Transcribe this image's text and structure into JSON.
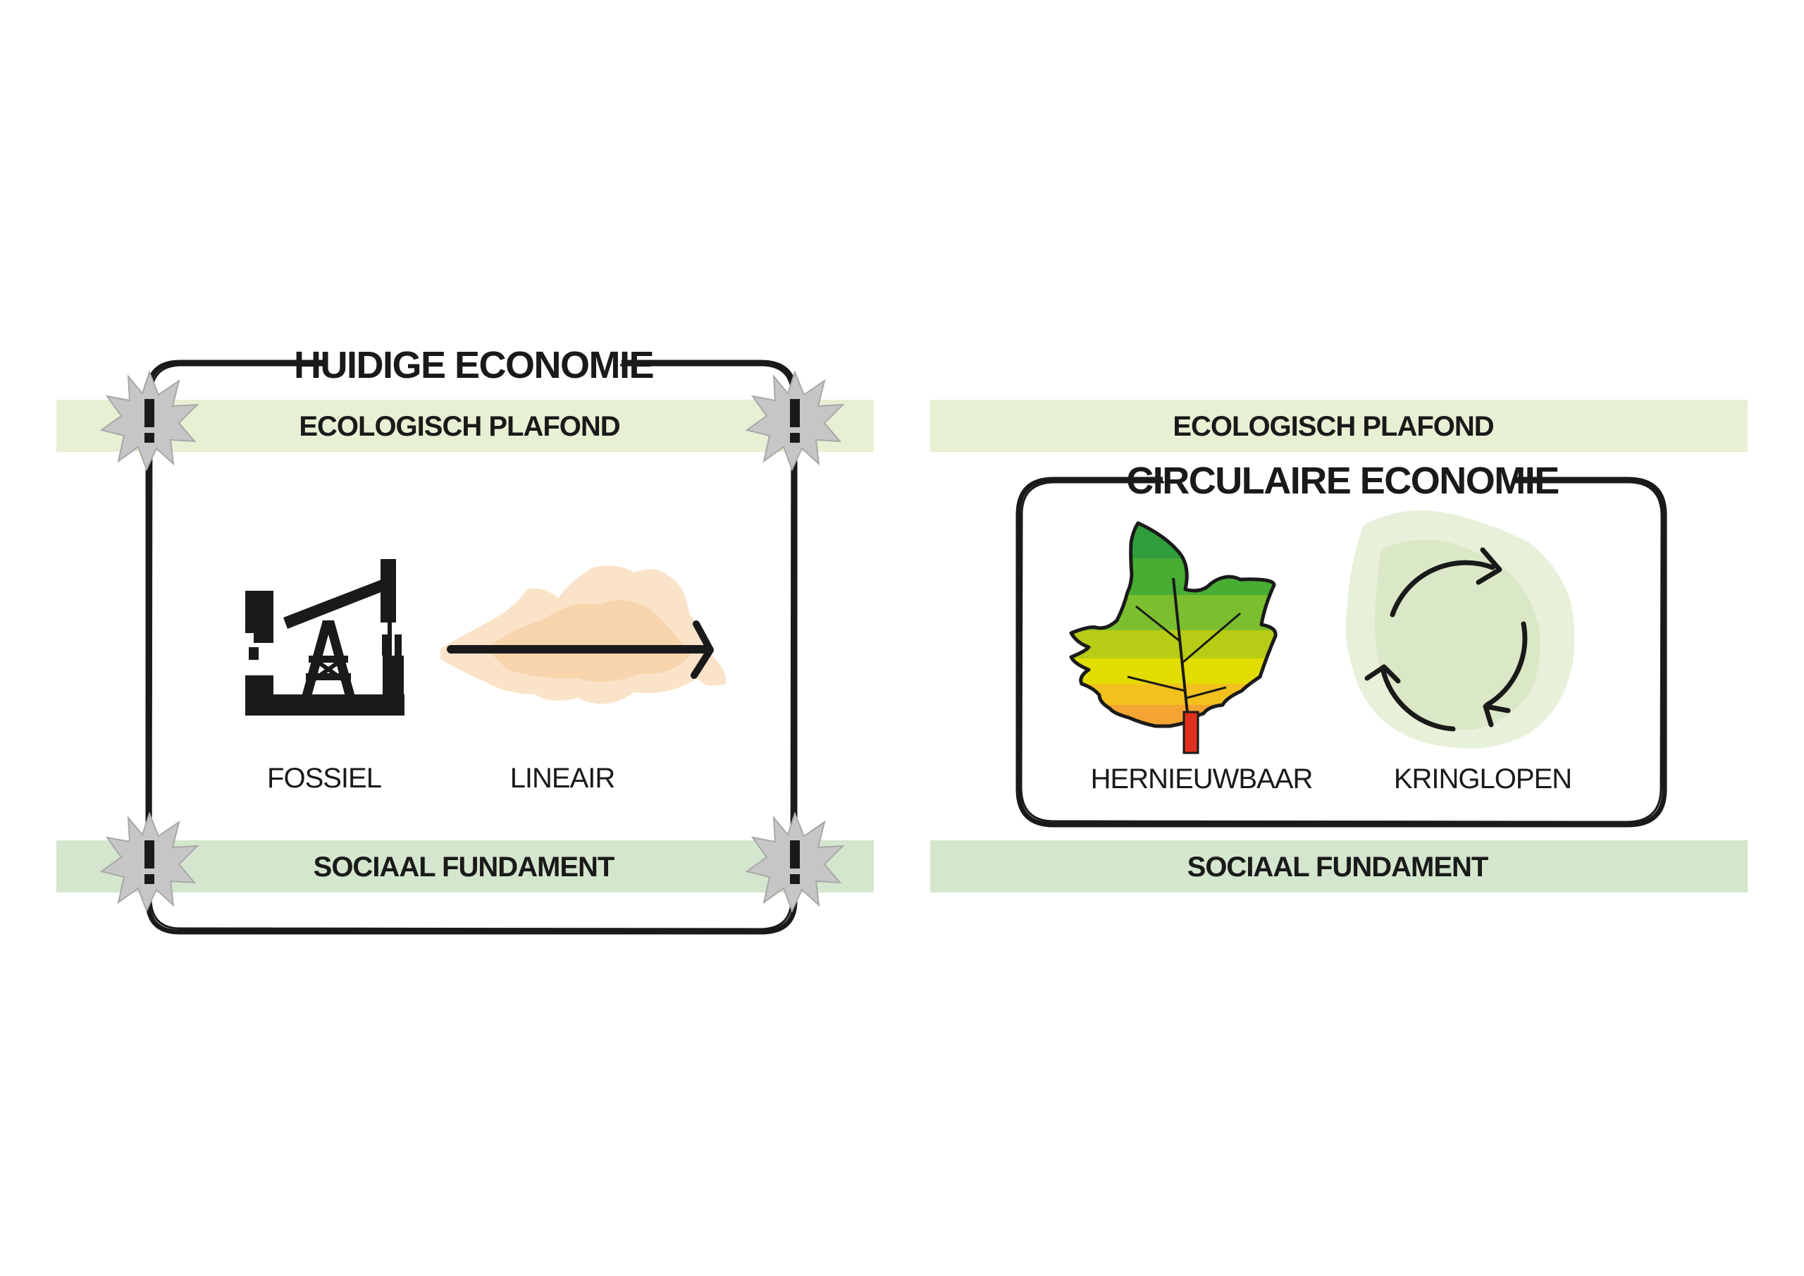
{
  "left": {
    "title": "HUIDIGE ECONOMIE",
    "ceiling": "ECOLOGISCH PLAFOND",
    "foundation": "SOCIAAL FUNDAMENT",
    "items": [
      {
        "label": "FOSSIEL",
        "icon": "oil-pump-icon"
      },
      {
        "label": "LINEAIR",
        "icon": "linear-arrow-icon"
      }
    ]
  },
  "right": {
    "title": "CIRCULAIRE ECONOMIE",
    "ceiling": "ECOLOGISCH PLAFOND",
    "foundation": "SOCIAAL FUNDAMENT",
    "items": [
      {
        "label": "HERNIEUWBAAR",
        "icon": "leaf-icon"
      },
      {
        "label": "KRINGLOPEN",
        "icon": "cycle-icon"
      }
    ]
  },
  "colors": {
    "ceiling_band": "#e8f0d4",
    "foundation_band": "#d4e6cd",
    "frame": "#1a1a1a",
    "warning_burst": "#c6c6c6",
    "linear_smudge": "#f8d9b6",
    "cycle_smudge": "#e3edd2",
    "leaf_green_dark": "#2f9e3b",
    "leaf_green": "#7cbf2e",
    "leaf_yellow": "#e2dc00",
    "leaf_orange": "#f4a531",
    "leaf_stem": "#e0301e"
  }
}
